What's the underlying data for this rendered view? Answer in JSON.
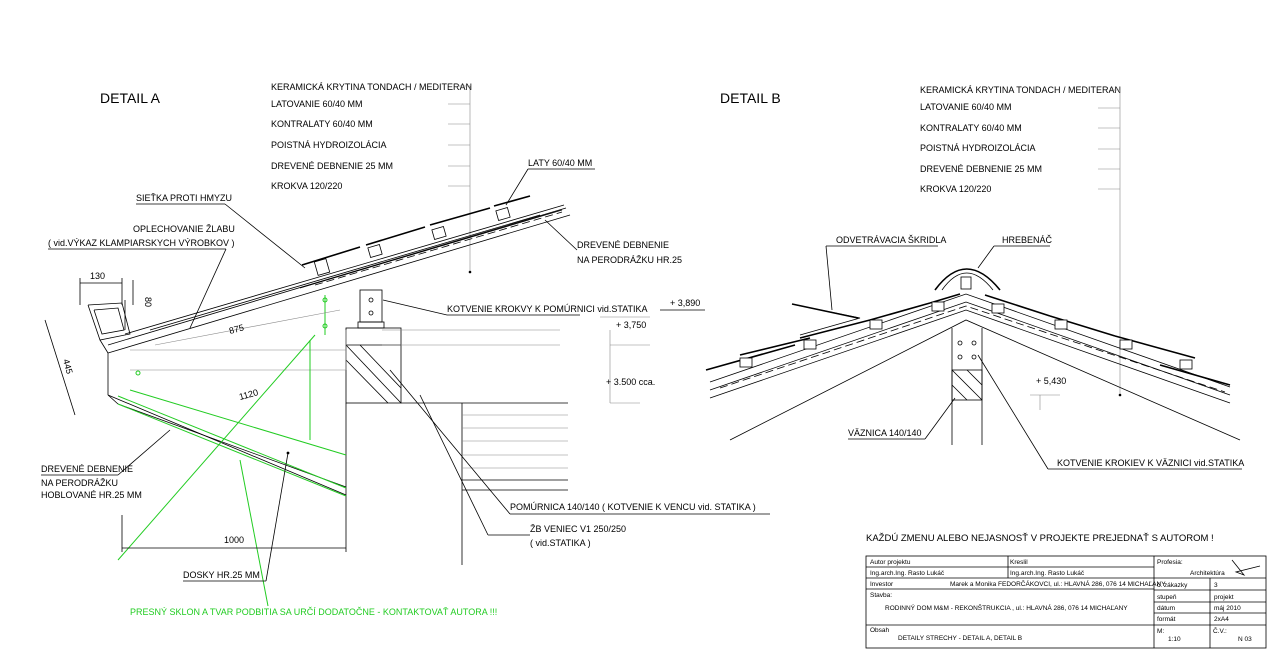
{
  "detail_a": {
    "title": "DETAIL  A",
    "layers": [
      "KERAMICKÁ  KRYTINA TONDACH / MEDITERAN",
      "LATOVANIE 60/40 MM",
      "KONTRALATY 60/40 MM",
      "POISTNÁ HYDROIZOLÁCIA",
      "DREVENÉ DEBNENIE 25 MM",
      "KROKVA  120/220"
    ],
    "laty": "LATY 60/40 MM",
    "sietka": "SIEŤKA PROTI HMYZU",
    "oplech_1": "OPLECHOVANIE ŽLABU",
    "oplech_2": "( vid.VÝKAZ KLAMPIARSKYCH VÝROBKOV )",
    "debnenie_1": "DREVENÉ DEBNENIE",
    "debnenie_2": "NA PERODRÁŽKU HR.25",
    "kotvenie_krokvy": "KOTVENIE KROKVY K POMÚRNICI vid.STATIKA",
    "level_1": "+ 3,890",
    "level_2": "+ 3,750",
    "level_3": "+ 3.500 cca.",
    "dim_130": "130",
    "dim_80": "80",
    "dim_875": "875",
    "dim_445": "445",
    "dim_1120": "1120",
    "dim_1000": "1000",
    "podbitie_1": "DREVENÉ DEBNENIE",
    "podbitie_2": "NA PERODRÁŽKU",
    "podbitie_3": "HOBLOVANÉ HR.25 MM",
    "pomurnica": "POMÚRNICA 140/140  ( KOTVENIE K VENCU vid. STATIKA )",
    "veniec_1": "ŽB VENIEC V1  250/250",
    "veniec_2": "( vid.STATIKA )",
    "dosky": "DOSKY HR.25 MM",
    "green_note": "PRESNÝ SKLON A TVAR PODBITIA SA URČÍ DODATOČNE - KONTAKTOVAŤ AUTORA !!!"
  },
  "detail_b": {
    "title": "DETAIL  B",
    "layers": [
      "KERAMICKÁ  KRYTINA TONDACH / MEDITERAN",
      "LATOVANIE 60/40 MM",
      "KONTRALATY 60/40 MM",
      "POISTNÁ HYDROIZOLÁCIA",
      "DREVENÉ DEBNENIE 25 MM",
      "KROKVA  120/220"
    ],
    "odvetravacia": "ODVETRÁVACIA ŠKRIDLA",
    "hrebenac": "HREBENÁČ",
    "level": "+ 5,430",
    "vaznica": "VÄZNICA  140/140",
    "kotvenie": "KOTVENIE KROKIEV K VÄZNICI vid.STATIKA"
  },
  "note": "KAŽDÚ ZMENU ALEBO NEJASNOSŤ V PROJEKTE PREJEDNAŤ S AUTOROM !",
  "title_block": {
    "autor_label": "Autor projektu",
    "kreslil_label": "Kreslil",
    "autor_value": "Ing.arch.Ing. Rasto Lukáč",
    "kreslil_value": "Ing.arch.Ing. Rasto Lukáč",
    "investor_label": "Investor",
    "investor_value": "Marek a Monika FEDORČÁKOVCI, ul.: HLAVNÁ 286, 076 14 MICHAĽANY",
    "stavba_label": "Stavba:",
    "stavba_value": "RODINNÝ DOM M&M - REKONŠTRUKCIA , ul.: HLAVNÁ 286, 076 14 MICHAĽANY",
    "obsah_label": "Obsah",
    "obsah_value": "DETAILY STRECHY - DETAIL A, DETAIL B",
    "profesia_label": "Profesia:",
    "profesia_value": "Architektúra",
    "zakazka_label": "č. zákazky",
    "zakazka_value": "3",
    "stupen_label": "stupeň",
    "stupen_value": "projekt",
    "datum_label": "dátum",
    "datum_value": "máj 2010",
    "format_label": "formát",
    "format_value": "2xA4",
    "mierka_label": "M:",
    "mierka_value": "1:10",
    "cv_label": "Č.V.:",
    "cv_value": "N 03"
  },
  "colors": {
    "line": "#000000",
    "green": "#22cc22",
    "leader": "#888888"
  }
}
